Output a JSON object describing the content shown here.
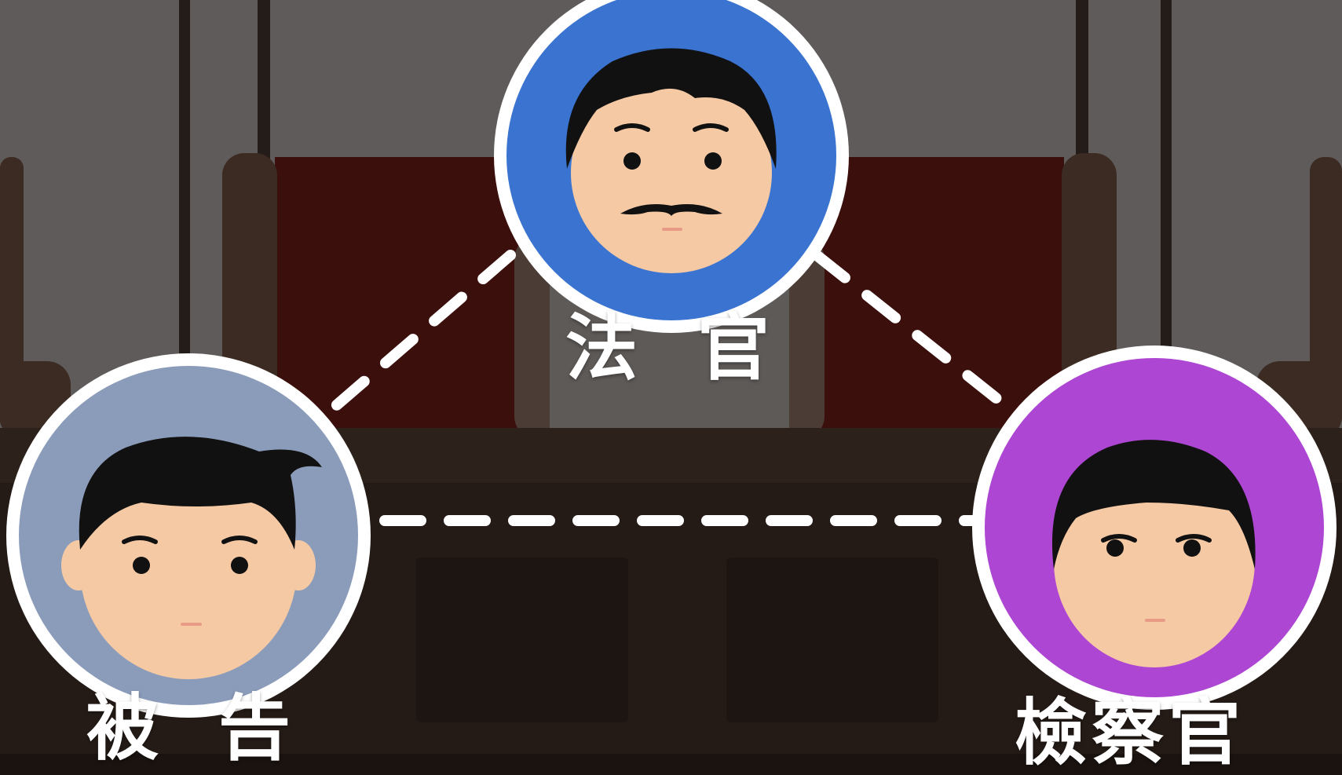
{
  "roles": {
    "judge": {
      "label": "法 官",
      "circle_color": "#3a74d0"
    },
    "defendant": {
      "label": "被 告",
      "circle_color": "#8b9cba"
    },
    "prosecutor": {
      "label": "檢察官",
      "circle_color": "#ad46d2"
    }
  },
  "colors": {
    "wall": "#5f5b5a",
    "bench": "#3b0f0c",
    "desk": "#241b16",
    "chair": "#3c2b22",
    "skin": "#f5c9a4",
    "hair": "#111111",
    "connector": "#ffffff"
  },
  "connectors": [
    {
      "from": "judge",
      "to": "defendant",
      "style": "dashed"
    },
    {
      "from": "judge",
      "to": "prosecutor",
      "style": "dashed"
    },
    {
      "from": "defendant",
      "to": "prosecutor",
      "style": "dashed"
    }
  ]
}
